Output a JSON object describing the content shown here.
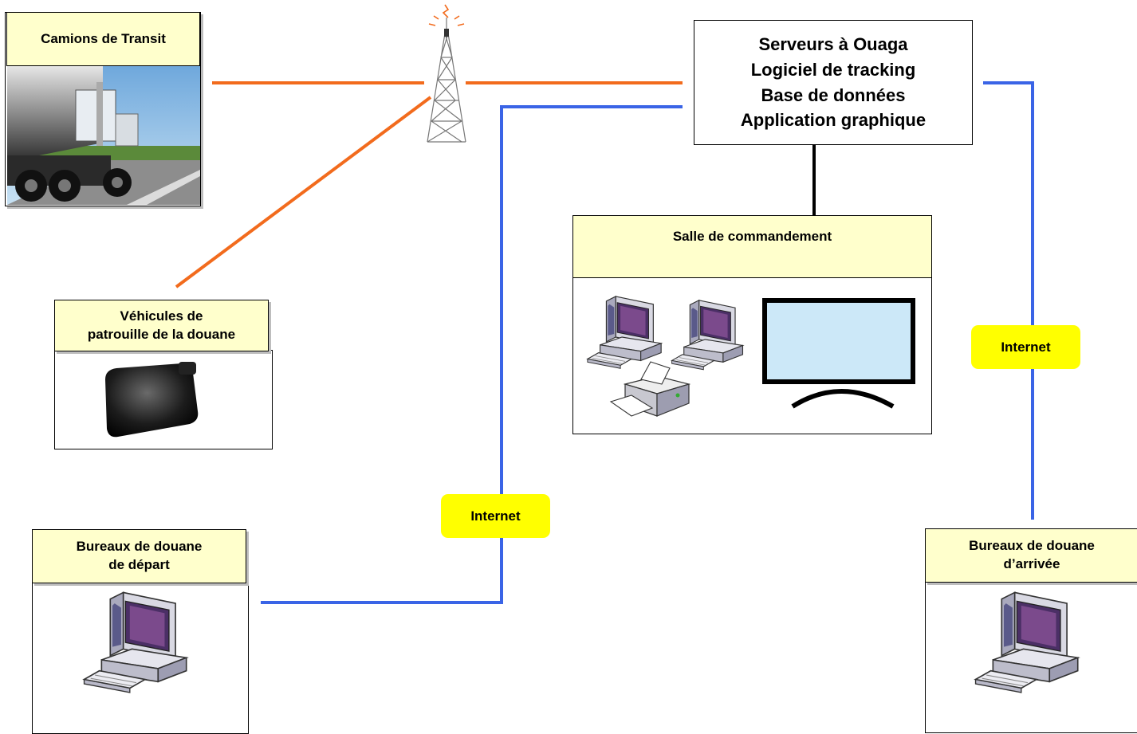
{
  "nodes": {
    "trucks": {
      "label": "Camions de Transit"
    },
    "patrol": {
      "label_line1": "Véhicules de",
      "label_line2": "patrouille  de la douane"
    },
    "server": {
      "lines": [
        "Serveurs à Ouaga",
        "Logiciel de tracking",
        "Base de données",
        "Application graphique"
      ]
    },
    "command_room": {
      "label": "Salle de commandement"
    },
    "departure_office": {
      "label_line1": "Bureaux de douane",
      "label_line2": "de départ"
    },
    "arrival_office": {
      "label_line1": "Bureaux de douane",
      "label_line2": "d’arrivée"
    }
  },
  "links": {
    "internet_left": "Internet",
    "internet_right": "Internet"
  },
  "colors": {
    "radio_link": "#f26b1d",
    "internet_link": "#3a64e6",
    "wired_link": "#000000",
    "header_fill": "#ffffcc",
    "internet_badge": "#ffff00"
  },
  "icons": [
    "antenna-tower-icon",
    "truck-photo",
    "gps-tracker-icon",
    "desktop-computer-icon",
    "printer-icon",
    "monitor-screen-icon"
  ]
}
